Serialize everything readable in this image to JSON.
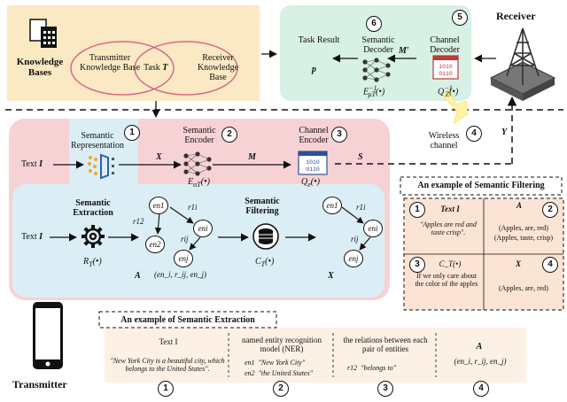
{
  "colors": {
    "kb_bg": "#fbe9c3",
    "receiver_bg": "#d7f1e4",
    "transmitter_bg": "#f7d2d4",
    "inner_bg": "#dbeef6",
    "filter_bg": "#fbe4d4",
    "extract_bg": "#fdf0e4",
    "kb_ellipse": "#d46b88",
    "channel_arrow": "#fff3a8"
  },
  "knowledge": {
    "bases_label": "Knowledge Bases",
    "transmitter_kb": "Transmitter Knowledge Base",
    "task": "Task",
    "task_symbol": "T",
    "receiver_kb": "Receiver Knowledge Base"
  },
  "receiver": {
    "label": "Receiver",
    "task_result": "Task Result",
    "p": "p",
    "semantic_decoder": "Semantic Decoder",
    "decoder_formula": "E",
    "decoder_sup": "−1",
    "decoder_sub": "μT",
    "decoder_arg": "(•)",
    "channel_decoder": "Channel Decoder",
    "channel_formula": "Q",
    "channel_sup": "−1",
    "channel_sub": "Z",
    "channel_arg": "(•)",
    "m_prime": "M′",
    "num5": "5",
    "num6": "6"
  },
  "wireless": {
    "label": "Wireless channel",
    "y": "Y",
    "num4": "4"
  },
  "transmitter": {
    "label": "Transmitter",
    "text_input": "Text",
    "text_symbol": "I",
    "x_symbol": "X",
    "m_symbol": "M",
    "s_symbol": "S",
    "semantic_representation": "Semantic Representation",
    "num1": "1",
    "semantic_encoder": "Semantic Encoder",
    "encoder_formula": "E",
    "encoder_sub": "αT",
    "encoder_arg": "(•)",
    "num2": "2",
    "channel_encoder": "Channel Encoder",
    "ch_enc_formula": "Q",
    "ch_enc_sub": "e",
    "ch_enc_arg": "(•)",
    "num3": "3",
    "semantic_extraction": "Semantic Extraction",
    "extraction_formula": "R",
    "extraction_sub": "T",
    "extraction_arg": "(•)",
    "semantic_filtering": "Semantic Filtering",
    "filtering_formula": "C",
    "filtering_sub": "T",
    "filtering_arg": "(•)",
    "a_symbol": "A",
    "x_out": "X",
    "tuple": "(en_i, r_ij, en_j)"
  },
  "graph": {
    "en1": "en1",
    "en2": "en2",
    "eni": "eni",
    "enj": "enj",
    "r12": "r12",
    "r1i": "r1i",
    "rij": "rij"
  },
  "filtering_example": {
    "title": "An example of Semantic Filtering",
    "q1_label": "Text I",
    "q1_text": "\"Apples are red and taste crisp\".",
    "q2_label": "A",
    "q2_line1": "(Apples, are, red)",
    "q2_line2": "(Apples, taste, crisp)",
    "q3_label": "C_T(•)",
    "q3_text": "If we only care about the color of the apples",
    "q4_label": "X",
    "q4_text": "(Apples, are, red)",
    "n1": "1",
    "n2": "2",
    "n3": "3",
    "n4": "4"
  },
  "extraction_example": {
    "title": "An example of Semantic Extraction",
    "c1_title": "Text I",
    "c1_text": "\"New York City is a beautiful city, which belongs to the United States\".",
    "c2_title": "named entity recognition model (NER)",
    "c2_en1": "en1",
    "c2_en1_val": "\"New York City\"",
    "c2_en2": "en2",
    "c2_en2_val": "\"the United States\"",
    "c3_title": "the relations between each pair of entities",
    "c3_r": "r12",
    "c3_val": "\"belongs to\"",
    "c4_title": "A",
    "c4_text": "(en_i, r_ij, en_j)",
    "n1": "1",
    "n2": "2",
    "n3": "3",
    "n4": "4"
  }
}
